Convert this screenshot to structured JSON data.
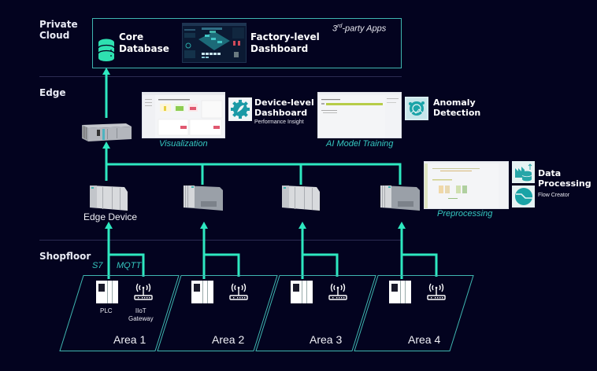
{
  "layers": {
    "private_cloud": "Private\nCloud",
    "edge": "Edge",
    "shopfloor": "Shopfloor"
  },
  "cloud": {
    "core_database": "Core\nDatabase",
    "factory_dashboard": "Factory-level\nDashboard",
    "third_party_prefix": "3",
    "third_party_sup": "rd",
    "third_party_suffix": "-party Apps"
  },
  "edge": {
    "visualization_caption": "Visualization",
    "device_dashboard_title": "Device-level\nDashboard",
    "device_dashboard_sub": "Performance Insight",
    "ai_training_caption": "AI Model Training",
    "anomaly_title": "Anomaly\nDetection",
    "preprocessing_caption": "Preprocessing",
    "data_processing_title": "Data\nProcessing",
    "data_processing_sub": "Flow Creator",
    "edge_device_label": "Edge Device"
  },
  "shopfloor": {
    "protocol_s7": "S7",
    "protocol_mqtt": "MQTT",
    "plc_label": "PLC",
    "gateway_label": "IIoT\nGateway",
    "areas": [
      "Area 1",
      "Area 2",
      "Area 3",
      "Area 4"
    ]
  },
  "colors": {
    "background": "#03031f",
    "accent_line": "#2ee8c0",
    "frame": "#3fb6b0",
    "caption": "#35c8c0"
  }
}
